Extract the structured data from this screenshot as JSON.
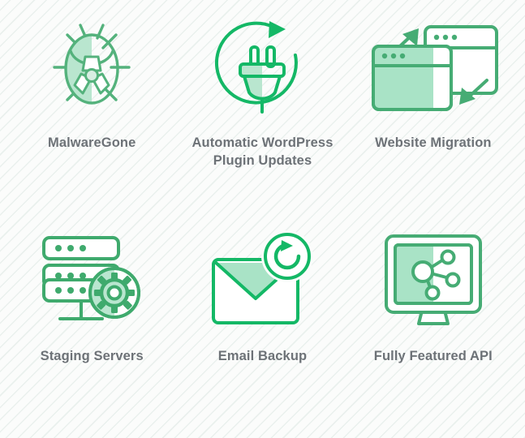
{
  "page": {
    "title": "Hosting Features Grid",
    "background_color": "#fbfcfb",
    "stripe_color": "#dce7e2",
    "label_color": "#6d7277"
  },
  "palette": {
    "stroke_green": "#3faa6d",
    "stroke_green_vivid": "#14b866",
    "fill_light_green": "#b9e6cf",
    "fill_mint": "#a9e3c6",
    "white": "#ffffff"
  },
  "features": [
    {
      "id": "malware-gone",
      "label": "MalwareGone",
      "icon": "bug-radioactive-icon",
      "stroke": "#54b27c",
      "fill": "#b9e6cf"
    },
    {
      "id": "automatic-wordpress-plugin-updates",
      "label": "Automatic WordPress\nPlugin Updates",
      "icon": "plug-refresh-icon",
      "stroke": "#14b866",
      "fill": "#b9e6cf"
    },
    {
      "id": "website-migration",
      "label": "Website Migration",
      "icon": "browser-windows-migration-icon",
      "stroke": "#46ac74",
      "fill": "#a9e3c6"
    },
    {
      "id": "staging-servers",
      "label": "Staging Servers",
      "icon": "server-rack-gear-icon",
      "stroke": "#3faa6d",
      "fill": "#b9e6cf"
    },
    {
      "id": "email-backup",
      "label": "Email Backup",
      "icon": "envelope-refresh-icon",
      "stroke": "#14b866",
      "fill": "#a9e3c6"
    },
    {
      "id": "fully-featured-api",
      "label": "Fully Featured API",
      "icon": "monitor-network-icon",
      "stroke": "#46ac74",
      "fill": "#a9e3c6"
    }
  ]
}
